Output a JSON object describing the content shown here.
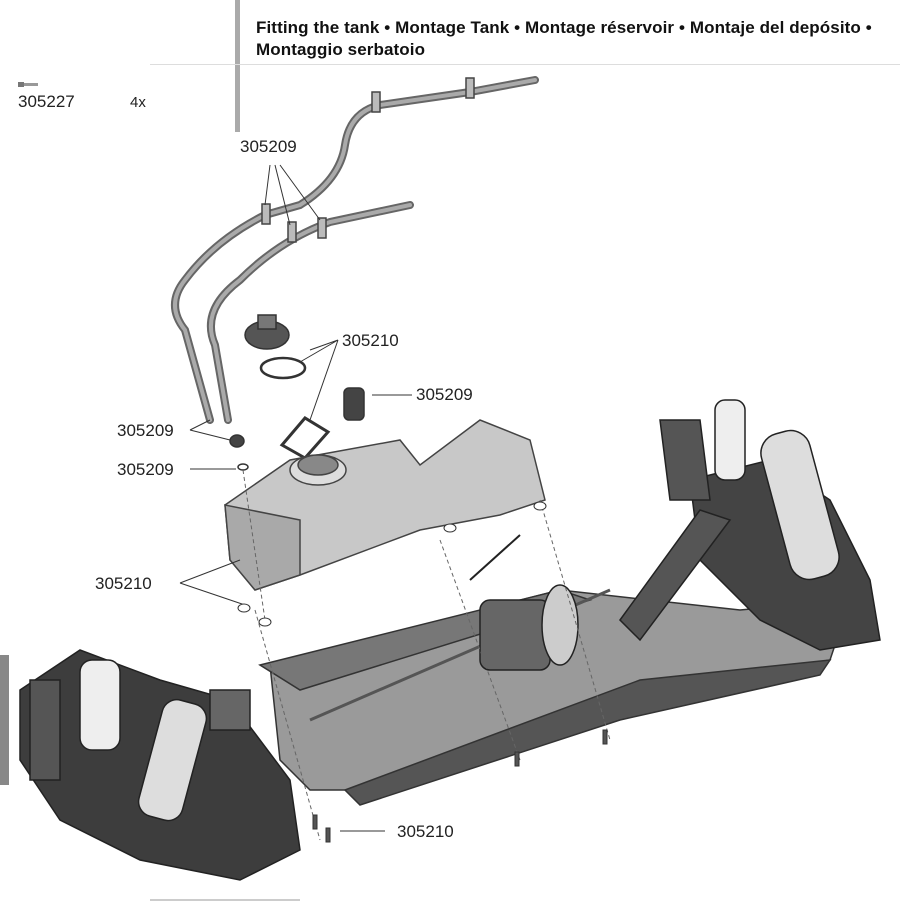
{
  "header": {
    "title": "Fitting the tank • Montage Tank • Montage réservoir • Montaje del depósito • Montaggio serbatoio"
  },
  "parts_list": [
    {
      "part_number": "305227",
      "quantity": "4x",
      "icon": "screw-icon"
    }
  ],
  "callouts": [
    {
      "part_number": "305209"
    },
    {
      "part_number": "305210"
    },
    {
      "part_number": "305209"
    },
    {
      "part_number": "305209"
    },
    {
      "part_number": "305209"
    },
    {
      "part_number": "305210"
    },
    {
      "part_number": "305210"
    }
  ]
}
